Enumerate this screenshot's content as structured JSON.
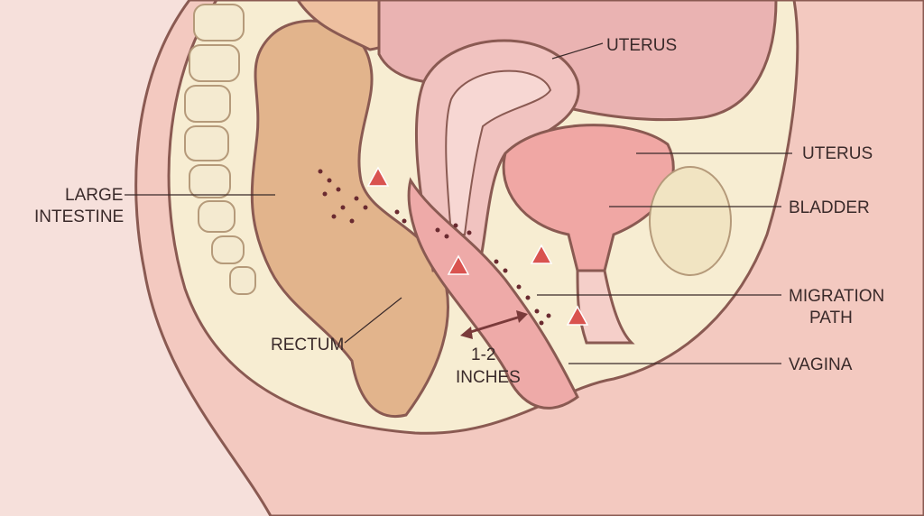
{
  "labels": {
    "uterus_top": "UTERUS",
    "uterus_right": "UTERUS",
    "bladder": "BLADDER",
    "migration_path": [
      "MIGRATION",
      "PATH"
    ],
    "vagina": "VAGINA",
    "large_intestine": [
      "LARGE",
      "INTESTINE"
    ],
    "rectum": "RECTUM",
    "distance": [
      "1-2",
      "INCHES"
    ]
  },
  "icons": [
    "warning-icon",
    "double-arrow-icon"
  ],
  "colors": {
    "background": "#f6e0db",
    "cream": "#f7edd2",
    "intestine": "#e2b48c",
    "uterus": "#eeb2b0",
    "bladder": "#f0a7a4",
    "warning": "#d9534f",
    "dots": "#6a2a30"
  }
}
